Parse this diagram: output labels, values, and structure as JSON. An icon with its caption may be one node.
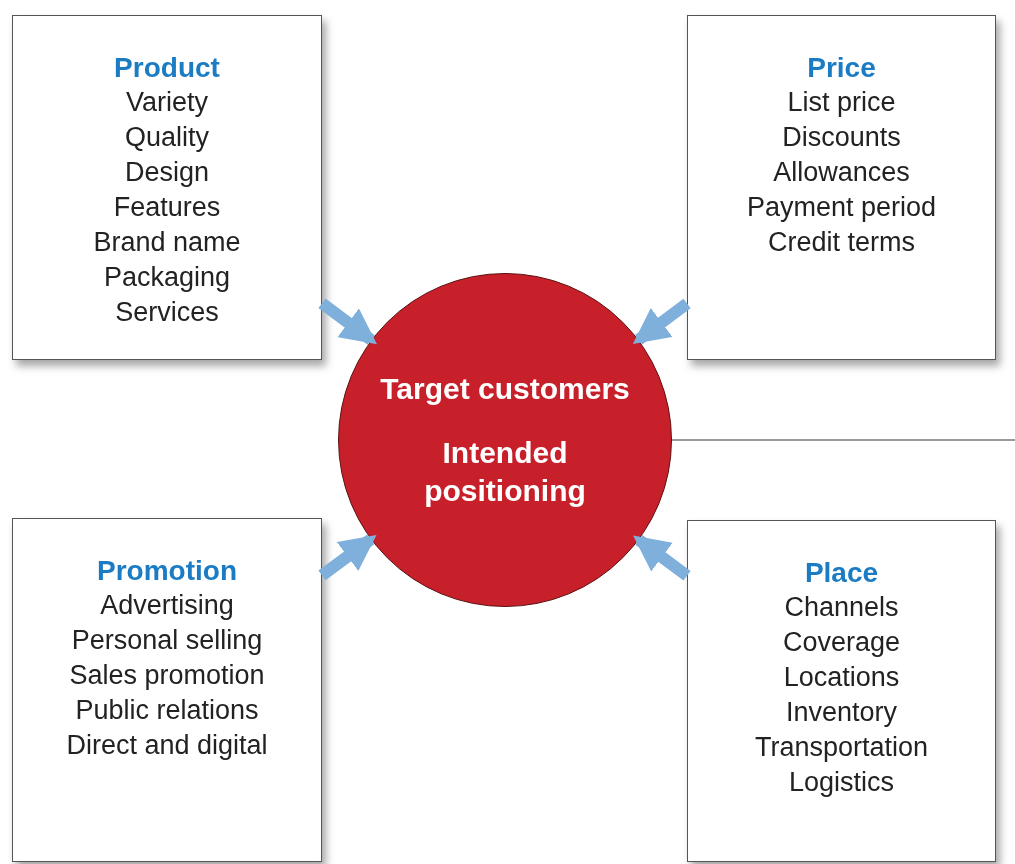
{
  "diagram": {
    "nodes": [
      {
        "text": [
          "Product",
          "Variety",
          "Quality",
          "Design",
          "Features",
          "Brand name",
          "Packaging",
          "Services"
        ]
      },
      {
        "text": [
          "Price",
          "List price",
          "Discounts",
          "Allowances",
          "Payment period",
          "Credit terms"
        ]
      },
      {
        "text": [
          "Target customers",
          "Intended positioning"
        ]
      },
      {
        "text": [
          "Promotion",
          "Advertising",
          "Personal selling",
          "Sales promotion",
          "Public relations",
          "Direct and digital"
        ]
      },
      {
        "text": [
          "Place",
          "Channels",
          "Coverage",
          "Locations",
          "Inventory",
          "Transportation",
          "Logistics"
        ]
      }
    ],
    "edges": [
      {
        "from": 0,
        "to": 2,
        "arrow": "to"
      },
      {
        "from": 1,
        "to": 2,
        "arrow": "to"
      },
      {
        "from": 3,
        "to": 2,
        "arrow": "to"
      },
      {
        "from": 4,
        "to": 2,
        "arrow": "to"
      },
      {
        "from": 2,
        "to": null,
        "arrow": "none",
        "color": "#9a9a9a"
      }
    ]
  }
}
